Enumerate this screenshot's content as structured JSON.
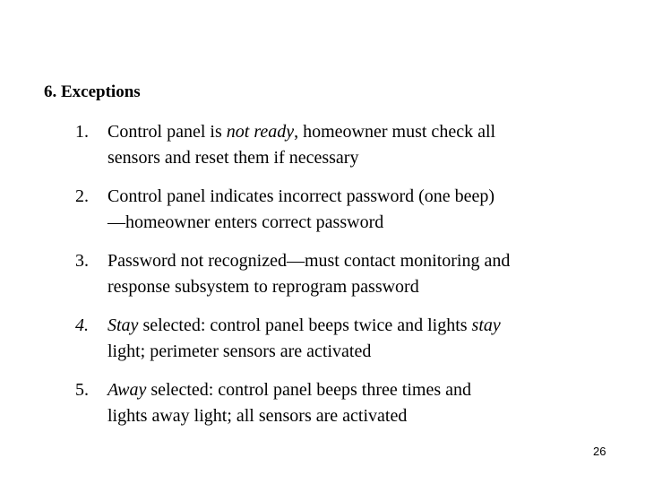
{
  "heading": "6. Exceptions",
  "items": [
    {
      "number": "1.",
      "line1_before": "Control panel is ",
      "line1_italic": "not ready",
      "line1_after": ", homeowner must check all",
      "line2": "sensors and reset them if necessary"
    },
    {
      "number": "2.",
      "line1": "Control panel indicates incorrect password (one beep)",
      "line2": "—homeowner enters correct password"
    },
    {
      "number": "3.",
      "line1": "Password not recognized—must contact monitoring and",
      "line2": "response subsystem to reprogram password"
    },
    {
      "number": "4.",
      "line1_italic_start": "Stay",
      "line1_middle": " selected:  control panel beeps twice and lights ",
      "line1_italic_end": "stay",
      "line2": "light; perimeter sensors are activated"
    },
    {
      "number": "5.",
      "line1_italic_start": "Away",
      "line1_middle": " selected:  control panel beeps three times and",
      "line2": "lights away light; all sensors are activated"
    }
  ],
  "page_number": "26"
}
